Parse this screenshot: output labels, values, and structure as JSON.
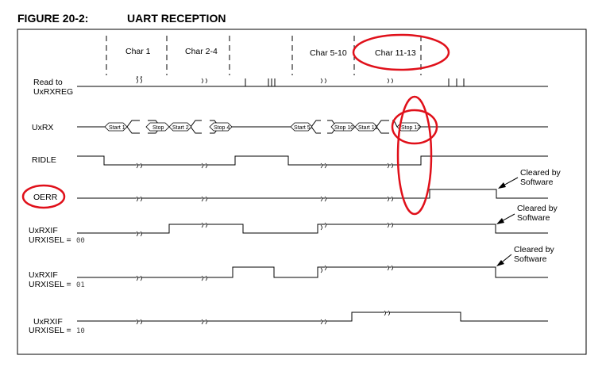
{
  "figure": {
    "number": "FIGURE 20-2:",
    "title": "UART RECEPTION"
  },
  "char_groups": [
    "Char 1",
    "Char 2-4",
    "Char 5-10",
    "Char 11-13"
  ],
  "signals": {
    "read": {
      "line1": "Read to",
      "line2": "UxRXREG"
    },
    "uxrx": "UxRX",
    "ridle": "RIDLE",
    "oerr": "OERR",
    "rxif00": {
      "name": "UxRXIF",
      "sel": "URXISEL = ",
      "val": "00"
    },
    "rxif01": {
      "name": "UxRXIF",
      "sel": "URXISEL = ",
      "val": "01"
    },
    "rxif10": {
      "name": "UxRXIF",
      "sel": "URXISEL = ",
      "val": "10"
    }
  },
  "uxrx_frames": [
    "Start 1",
    "Stop",
    "Start 2",
    "Stop 4",
    "Start 5",
    "Stop 10",
    "Start 11",
    "Stop 13"
  ],
  "annotation": {
    "line1": "Cleared by",
    "line2": "Software"
  },
  "highlight_color": "#e0101a"
}
